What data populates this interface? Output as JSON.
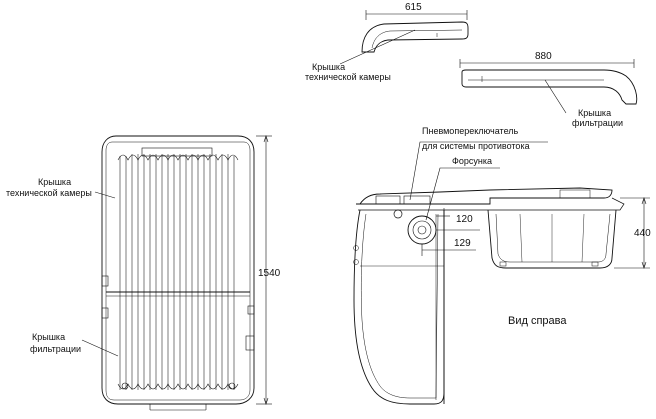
{
  "labels": {
    "cover_tech_top": [
      "Крышка",
      "технической камеры"
    ],
    "cover_filter_top": [
      "Крышка",
      "фильтрации"
    ],
    "cover_tech_front": [
      "Крышка",
      "технической камеры"
    ],
    "cover_filter_front": [
      "Крышка",
      "фильтрации"
    ],
    "pneumo_switch": [
      "Пневмопереключатель",
      "для системы противотока"
    ],
    "nozzle": "Форсунка",
    "side_view": "Вид справа"
  },
  "dimensions": {
    "tech_cover_width": "615",
    "filter_cover_width": "880",
    "height_total": "1540",
    "height_side": "440",
    "nozzle_height": "120",
    "nozzle_offset": "129"
  },
  "colors": {
    "line": "#111111",
    "background": "#ffffff"
  }
}
